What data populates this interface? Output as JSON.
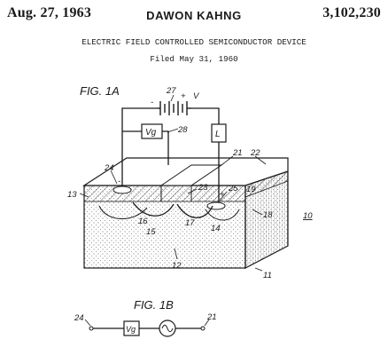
{
  "header": {
    "date": "Aug. 27, 1963",
    "inventor": "DAWON KAHNG",
    "patent_number": "3,102,230",
    "title": "ELECTRIC FIELD CONTROLLED SEMICONDUCTOR DEVICE",
    "filed": "Filed May 31, 1960"
  },
  "fig1a": {
    "label": "FIG. 1A",
    "refs": {
      "r27": "27",
      "r_v": "V",
      "r_minus": "-",
      "r_plus": "+",
      "vg": "Vg",
      "r28": "28",
      "load": "L",
      "r21": "21",
      "r22": "22",
      "r24": "24",
      "r23": "23",
      "r25": "25",
      "r19": "19",
      "r13": "13",
      "r18": "18",
      "r10": "10",
      "r16": "16",
      "r15": "15",
      "r17": "17",
      "r14": "14",
      "r12": "12",
      "r11": "11",
      "pol_minus": "-",
      "pol_plus": "+"
    }
  },
  "fig1b": {
    "label": "FIG. 1B",
    "refs": {
      "r24": "24",
      "vg": "Vg",
      "r21": "21"
    }
  },
  "ink_color": "#1a1a1a"
}
